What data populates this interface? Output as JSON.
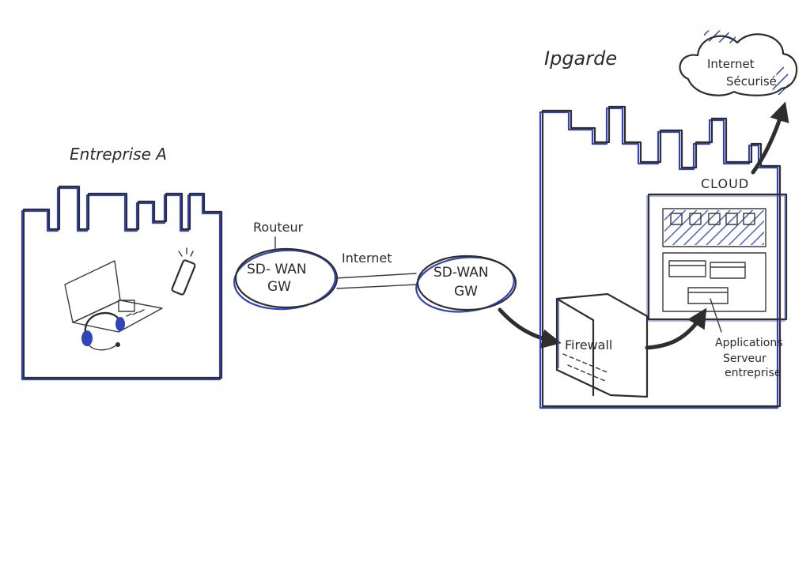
{
  "colors": {
    "ink": "#2e2e2e",
    "accent_blue": "#2f45b8",
    "paper": "#ffffff"
  },
  "labels": {
    "entreprise": "Entreprise A",
    "routeur": "Routeur",
    "sdwan_left_line1": "SD- WAN",
    "sdwan_left_line2": "GW",
    "internet": "Internet",
    "sdwan_right_line1": "SD-WAN",
    "sdwan_right_line2": "GW",
    "ipgarde": "Ipgarde",
    "internet_securise_line1": "Internet",
    "internet_securise_line2": "Sécurisé",
    "cloud": "CLOUD",
    "firewall": "Firewall",
    "apps_line1": "Applications",
    "apps_line2": "Serveur",
    "apps_line3": "entreprise"
  },
  "icons": {
    "laptop": "laptop-icon",
    "headset": "headset-icon",
    "phone": "smartphone-icon",
    "cloud": "cloud-icon",
    "firewall": "firewall-icon",
    "server": "server-rack-icon"
  }
}
